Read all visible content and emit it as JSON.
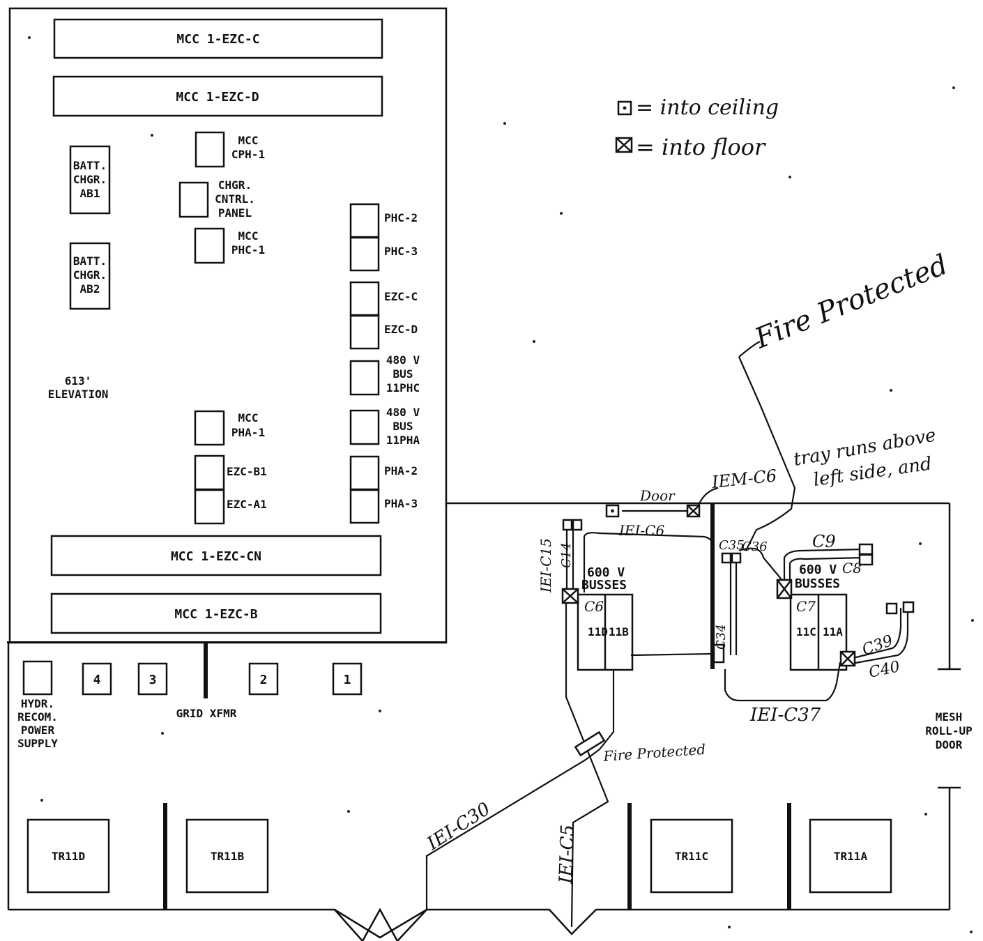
{
  "room": {
    "mcc_ezc_c": "MCC 1-EZC-C",
    "mcc_ezc_d": "MCC 1-EZC-D",
    "mcc_ezc_cn": "MCC 1-EZC-CN",
    "mcc_ezc_b": "MCC 1-EZC-B",
    "batt_ab1": [
      "BATT.",
      "CHGR.",
      "AB1"
    ],
    "batt_ab2": [
      "BATT.",
      "CHGR.",
      "AB2"
    ],
    "mcc_cph1": [
      "MCC",
      "CPH-1"
    ],
    "chgr_panel": [
      "CHGR.",
      "CNTRL.",
      "PANEL"
    ],
    "mcc_phc1": [
      "MCC",
      "PHC-1"
    ],
    "mcc_pha1": [
      "MCC",
      "PHA-1"
    ],
    "ezc_b1": "EZC-B1",
    "ezc_a1": "EZC-A1",
    "phc2": "PHC-2",
    "phc3": "PHC-3",
    "ezcc": "EZC-C",
    "ezcd": "EZC-D",
    "bus_11phc": [
      "480 V",
      "BUS",
      "11PHC"
    ],
    "bus_11pha": [
      "480 V",
      "BUS",
      "11PHA"
    ],
    "pha2": "PHA-2",
    "pha3": "PHA-3",
    "elevation": [
      "613'",
      "ELEVATION"
    ]
  },
  "lower": {
    "hydr": [
      "HYDR.",
      "RECOM.",
      "POWER",
      "SUPPLY"
    ],
    "xfmr_numbers": [
      "4",
      "3",
      "2",
      "1"
    ],
    "grid_xfmr": "GRID XFMR",
    "mesh_door": [
      "MESH",
      "ROLL-UP",
      "DOOR"
    ],
    "transformers": [
      "TR11D",
      "TR11B",
      "TR11C",
      "TR11A"
    ]
  },
  "busses": {
    "left_label": [
      "600 V",
      "BUSSES"
    ],
    "right_label": [
      "600 V",
      "BUSSES"
    ],
    "left_cells": [
      "11D",
      "11B"
    ],
    "right_cells": [
      "11C",
      "11A"
    ]
  },
  "annotations": {
    "legend_ceiling": "= into ceiling",
    "legend_floor": "= into floor",
    "fire_protected_top": "Fire Protected",
    "fire_protected_bottom": "Fire Protected",
    "tray_note": [
      "tray runs above",
      "left side, and"
    ],
    "door": "Door",
    "iem_c6": "IEM-C6",
    "iei_c6": "IEI-C6",
    "c35": "C35",
    "c36": "C36",
    "c9": "C9",
    "c8": "C8",
    "c7": "C7",
    "c6": "C6",
    "c39": "C39",
    "c40": "C40",
    "iei_c37": "IEI-C37",
    "iei_c30": "IEI-C30",
    "iei_c5": "IEI-C5",
    "iei_c15": "IEI-C15",
    "c14": "C14",
    "c34": "C34"
  }
}
